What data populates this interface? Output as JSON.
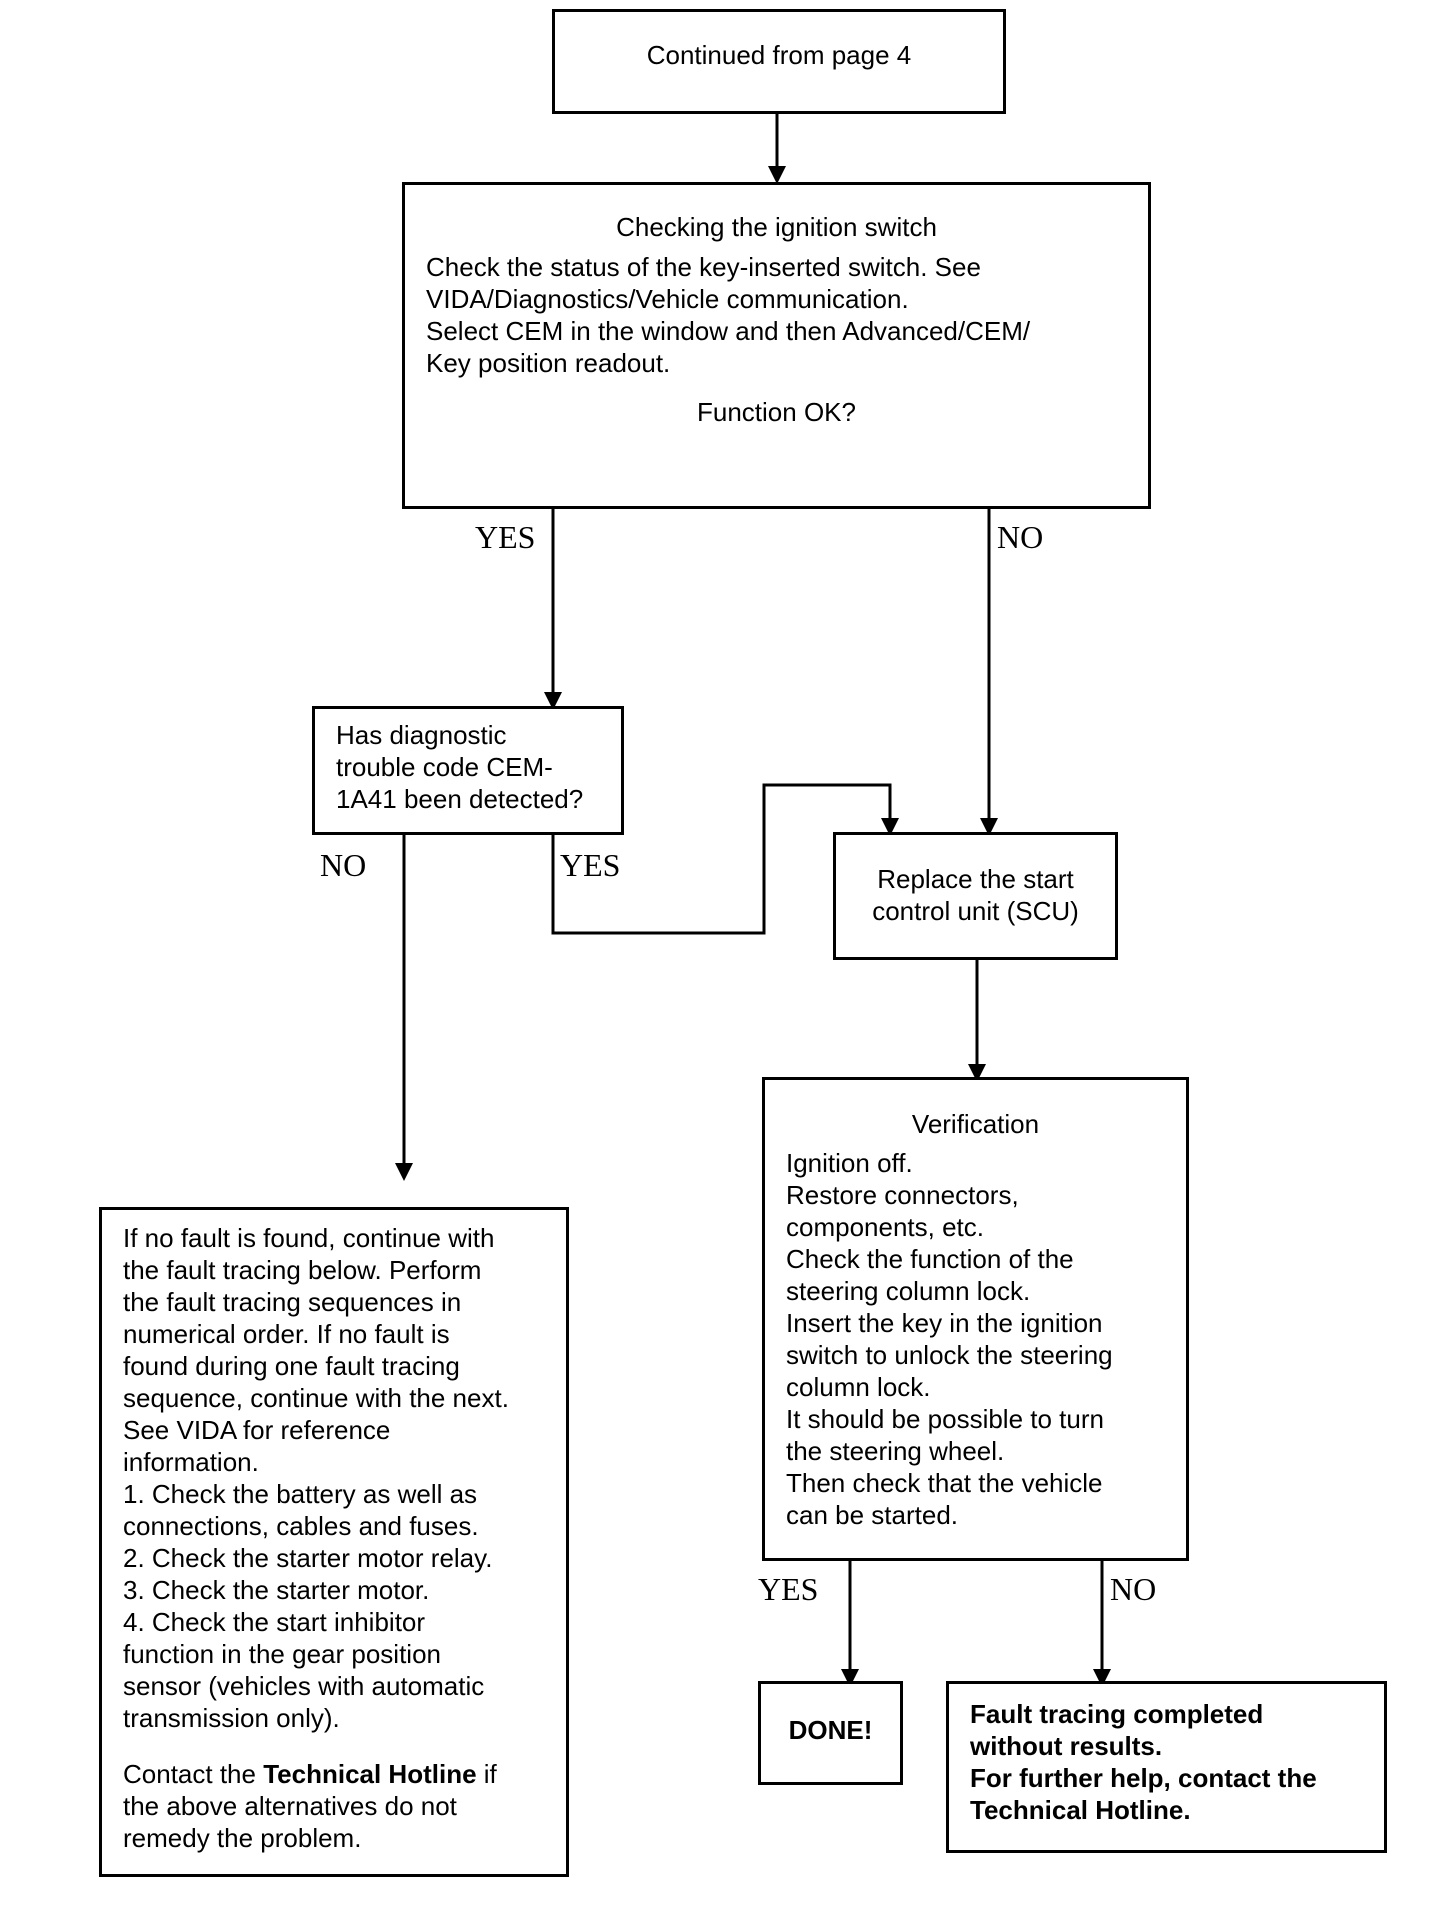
{
  "start_box": {
    "text": "Continued from page 4"
  },
  "ignition_check": {
    "title": "Checking the ignition switch",
    "body": "Check the status of the key-inserted switch. See\nVIDA/Diagnostics/Vehicle communication.\nSelect CEM in the window and then Advanced/CEM/\nKey position readout.",
    "question": "Function OK?"
  },
  "dtc_check": {
    "text": "Has diagnostic\ntrouble code CEM-\n1A41 been detected?"
  },
  "replace_scu": {
    "text": "Replace the start\ncontrol unit (SCU)"
  },
  "verification": {
    "title": "Verification",
    "body": "Ignition off.\nRestore connectors,\ncomponents, etc.\nCheck the function of the\nsteering column lock.\nInsert the key in the ignition\nswitch to unlock the steering\ncolumn lock.\nIt should be possible to turn\nthe steering wheel.\nThen check that the vehicle\ncan be started."
  },
  "fault_tracing": {
    "body": "If no fault is found, continue with\nthe fault tracing below. Perform\nthe fault tracing sequences in\nnumerical order. If no fault is\nfound during one fault tracing\nsequence, continue with the next.\nSee VIDA for reference\ninformation.\n1. Check the battery as well as\nconnections, cables and fuses.\n2. Check the starter motor relay.\n3. Check the starter motor.\n4. Check the start inhibitor\nfunction in the gear position\nsensor (vehicles with automatic\ntransmission only).",
    "contact_prefix": "Contact the ",
    "contact_bold": "Technical Hotline",
    "contact_suffix": " if\nthe above alternatives do not\nremedy the problem."
  },
  "done_box": {
    "text": "DONE!"
  },
  "no_result_box": {
    "text": "Fault tracing completed\nwithout results.\nFor further help, contact the\nTechnical Hotline."
  },
  "labels": {
    "ign_yes": "YES",
    "ign_no": "NO",
    "dtc_no": "NO",
    "dtc_yes": "YES",
    "ver_yes": "YES",
    "ver_no": "NO"
  }
}
